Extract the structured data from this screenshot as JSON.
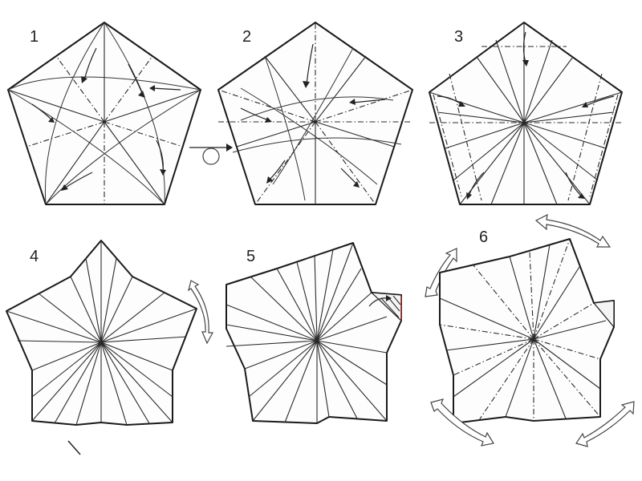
{
  "steps": [
    {
      "label": "1"
    },
    {
      "label": "2"
    },
    {
      "label": "3"
    },
    {
      "label": "4"
    },
    {
      "label": "5"
    },
    {
      "label": "6"
    }
  ],
  "icons": {
    "turn_over": "circle-flip-icon",
    "rotate_arrow": "double-headed-arrow-icon",
    "next_step_arrow": "right-arrow-icon"
  },
  "colors": {
    "line": "#1a1a1a",
    "paper": "#fdfdfd",
    "accent_fold": "#8b2a2a"
  }
}
